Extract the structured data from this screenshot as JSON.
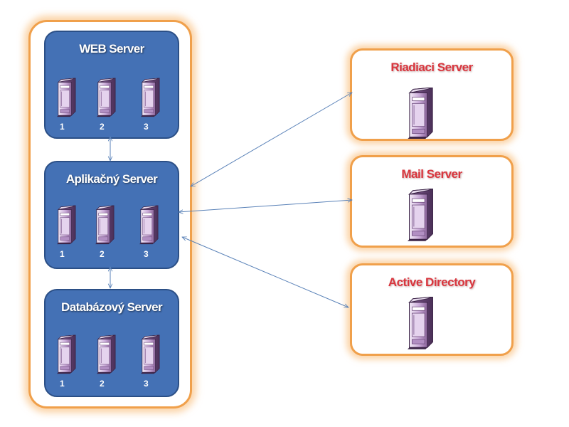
{
  "left_group": {
    "web": {
      "title": "WEB Server",
      "nodes": [
        "1",
        "2",
        "3"
      ]
    },
    "app": {
      "title": "Aplikačný Server",
      "nodes": [
        "1",
        "2",
        "3"
      ]
    },
    "db": {
      "title": "Databázový Server",
      "nodes": [
        "1",
        "2",
        "3"
      ]
    }
  },
  "right_group": {
    "control": {
      "title": "Riadiaci Server"
    },
    "mail": {
      "title": "Mail Server"
    },
    "ad": {
      "title": "Active Directory"
    }
  },
  "colors": {
    "blue_box": "#4471b5",
    "orange_border": "#f0a04b",
    "red_title": "#d9363e",
    "arrow": "#5a82b8",
    "server_body": "#c9a9d8"
  },
  "icons": {
    "server": "server-tower-icon"
  }
}
